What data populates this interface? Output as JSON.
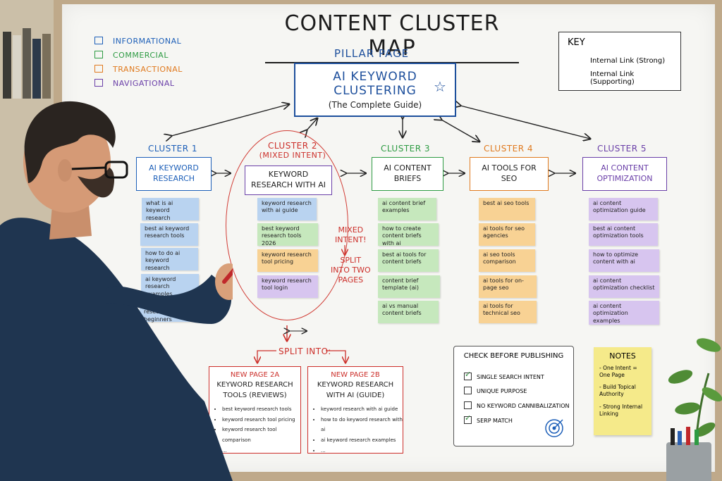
{
  "title": "CONTENT CLUSTER MAP",
  "legend": [
    {
      "label": "INFORMATIONAL",
      "color": "#1d5fb8"
    },
    {
      "label": "COMMERCIAL",
      "color": "#2e9b43"
    },
    {
      "label": "TRANSACTIONAL",
      "color": "#e07a1f"
    },
    {
      "label": "NAVIGATIONAL",
      "color": "#6a3fa8"
    }
  ],
  "key": {
    "title": "KEY",
    "strong": "Internal Link (Strong)",
    "supporting": "Internal Link (Supporting)"
  },
  "pillar": {
    "label": "PILLAR PAGE",
    "line1": "AI KEYWORD",
    "line2": "CLUSTERING",
    "line3": "(The Complete Guide)"
  },
  "clusters": [
    {
      "label": "CLUSTER 1",
      "name": "AI KEYWORD RESEARCH",
      "color": "#1d5fb8",
      "notes": [
        "what is ai keyword research",
        "best ai keyword research tools",
        "how to do ai keyword research",
        "ai keyword research examples",
        "ai keyword research for beginners"
      ]
    },
    {
      "label": "CLUSTER 2",
      "sublabel": "(MIXED INTENT)",
      "name": "KEYWORD RESEARCH WITH AI",
      "color": "#6a3fa8",
      "notes": [
        "keyword research with ai guide",
        "best keyword research tools 2026",
        "keyword research tool pricing",
        "keyword research tool login"
      ]
    },
    {
      "label": "CLUSTER 3",
      "name": "AI CONTENT BRIEFS",
      "color": "#2e9b43",
      "notes": [
        "ai content brief examples",
        "how to create content briefs with ai",
        "best ai tools for content briefs",
        "content brief template (ai)",
        "ai vs manual content briefs"
      ]
    },
    {
      "label": "CLUSTER 4",
      "name": "AI TOOLS FOR SEO",
      "color": "#e07a1f",
      "notes": [
        "best ai seo tools",
        "ai tools for seo agencies",
        "ai seo tools comparison",
        "ai tools for on-page seo",
        "ai tools for technical seo"
      ]
    },
    {
      "label": "CLUSTER 5",
      "name": "AI CONTENT OPTIMIZATION",
      "color": "#6a3fa8",
      "notes": [
        "ai content optimization guide",
        "best ai content optimization tools",
        "how to optimize content with ai",
        "ai content optimization checklist",
        "ai content optimization examples"
      ]
    }
  ],
  "mixed_note": {
    "l1": "MIXED",
    "l2": "INTENT!",
    "l3": "SPLIT",
    "l4": "INTO TWO",
    "l5": "PAGES"
  },
  "split_label": "SPLIT INTO:",
  "new_pages": [
    {
      "title": "NEW PAGE 2A",
      "name1": "KEYWORD RESEARCH",
      "name2": "TOOLS (REVIEWS)",
      "items": [
        "best keyword research tools",
        "keyword research tool pricing",
        "keyword research tool comparison",
        "..."
      ]
    },
    {
      "title": "NEW PAGE 2B",
      "name1": "KEYWORD RESEARCH",
      "name2": "WITH AI (GUIDE)",
      "items": [
        "keyword research with ai guide",
        "how to do keyword research with ai",
        "ai keyword research examples",
        "..."
      ]
    }
  ],
  "checklist": {
    "title": "CHECK BEFORE PUBLISHING",
    "items": [
      {
        "label": "SINGLE SEARCH INTENT",
        "checked": true
      },
      {
        "label": "UNIQUE PURPOSE",
        "checked": false
      },
      {
        "label": "NO KEYWORD CANNIBALIZATION",
        "checked": false
      },
      {
        "label": "SERP MATCH",
        "checked": true
      }
    ]
  },
  "notes": {
    "title": "NOTES",
    "items": [
      "- One Intent = One Page",
      "- Build Topical Authority",
      "- Strong Internal Linking"
    ]
  }
}
